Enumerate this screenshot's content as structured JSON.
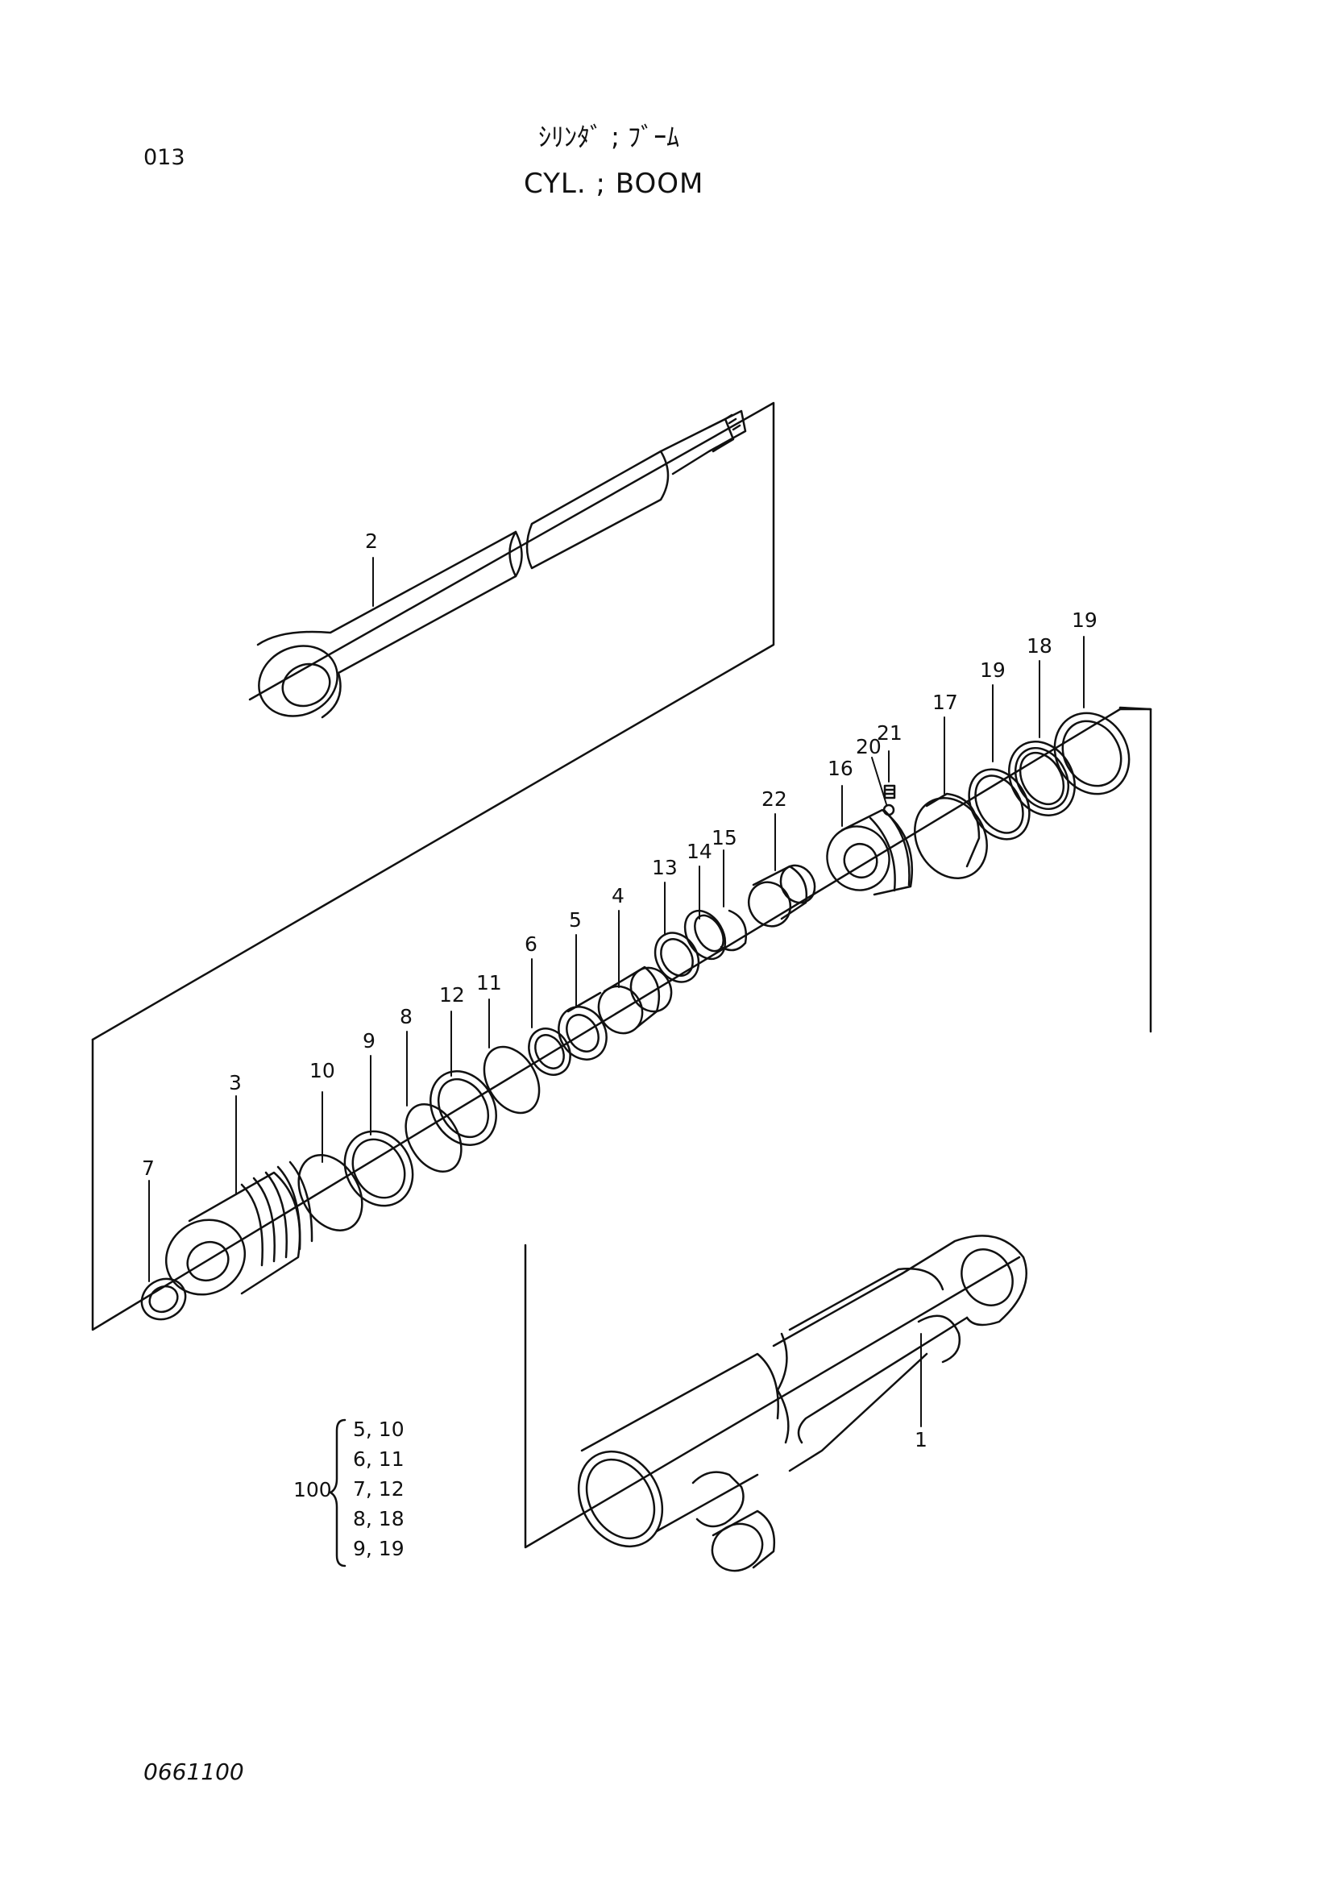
{
  "header": {
    "page_number": "013",
    "title_jp": "ｼﾘﾝﾀﾞ ; ﾌﾞｰﾑ",
    "title_en": "CYL. ; BOOM"
  },
  "footer": {
    "doc_code": "0661100"
  },
  "callouts": {
    "c1": "1",
    "c2": "2",
    "c3": "3",
    "c4": "4",
    "c5": "5",
    "c6": "6",
    "c7": "7",
    "c8": "8",
    "c9": "9",
    "c10": "10",
    "c11": "11",
    "c12": "12",
    "c13": "13",
    "c14": "14",
    "c15": "15",
    "c16": "16",
    "c17": "17",
    "c18": "18",
    "c19a": "19",
    "c19b": "19",
    "c20": "20",
    "c21": "21",
    "c22": "22"
  },
  "kit": {
    "label": "100",
    "rows": [
      "5, 10",
      "6, 11",
      "7, 12",
      "8, 18",
      "9, 19"
    ]
  }
}
